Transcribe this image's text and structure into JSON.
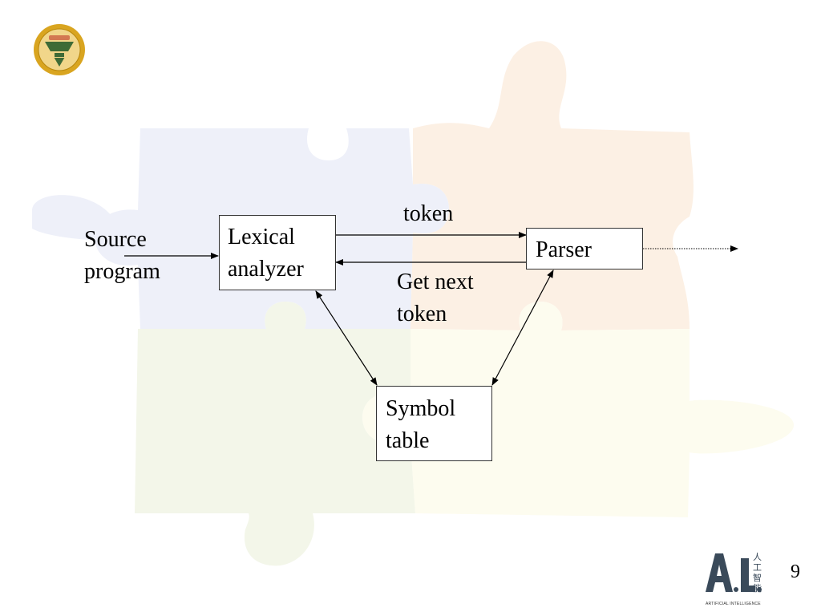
{
  "nodes": {
    "source": {
      "line1": "Source",
      "line2": "program"
    },
    "lexical": {
      "line1": "Lexical",
      "line2": "analyzer"
    },
    "parser": {
      "label": "Parser"
    },
    "symbol": {
      "line1": "Symbol",
      "line2": "table"
    }
  },
  "edges": {
    "token": "token",
    "get_next_line1": "Get next",
    "get_next_line2": "token"
  },
  "footer": {
    "slide_number": "9",
    "ai_logo_caption": "ARTIFICIAL INTELLIGENCE",
    "ai_logo_cjk": "人工智能"
  },
  "colors": {
    "puzzle_blue": "#eef0f9",
    "puzzle_orange": "#fcf0e4",
    "puzzle_green": "#f3f6e9",
    "puzzle_cream": "#fdfcef",
    "emblem_gold": "#d9a520",
    "emblem_green": "#3e6b36"
  }
}
